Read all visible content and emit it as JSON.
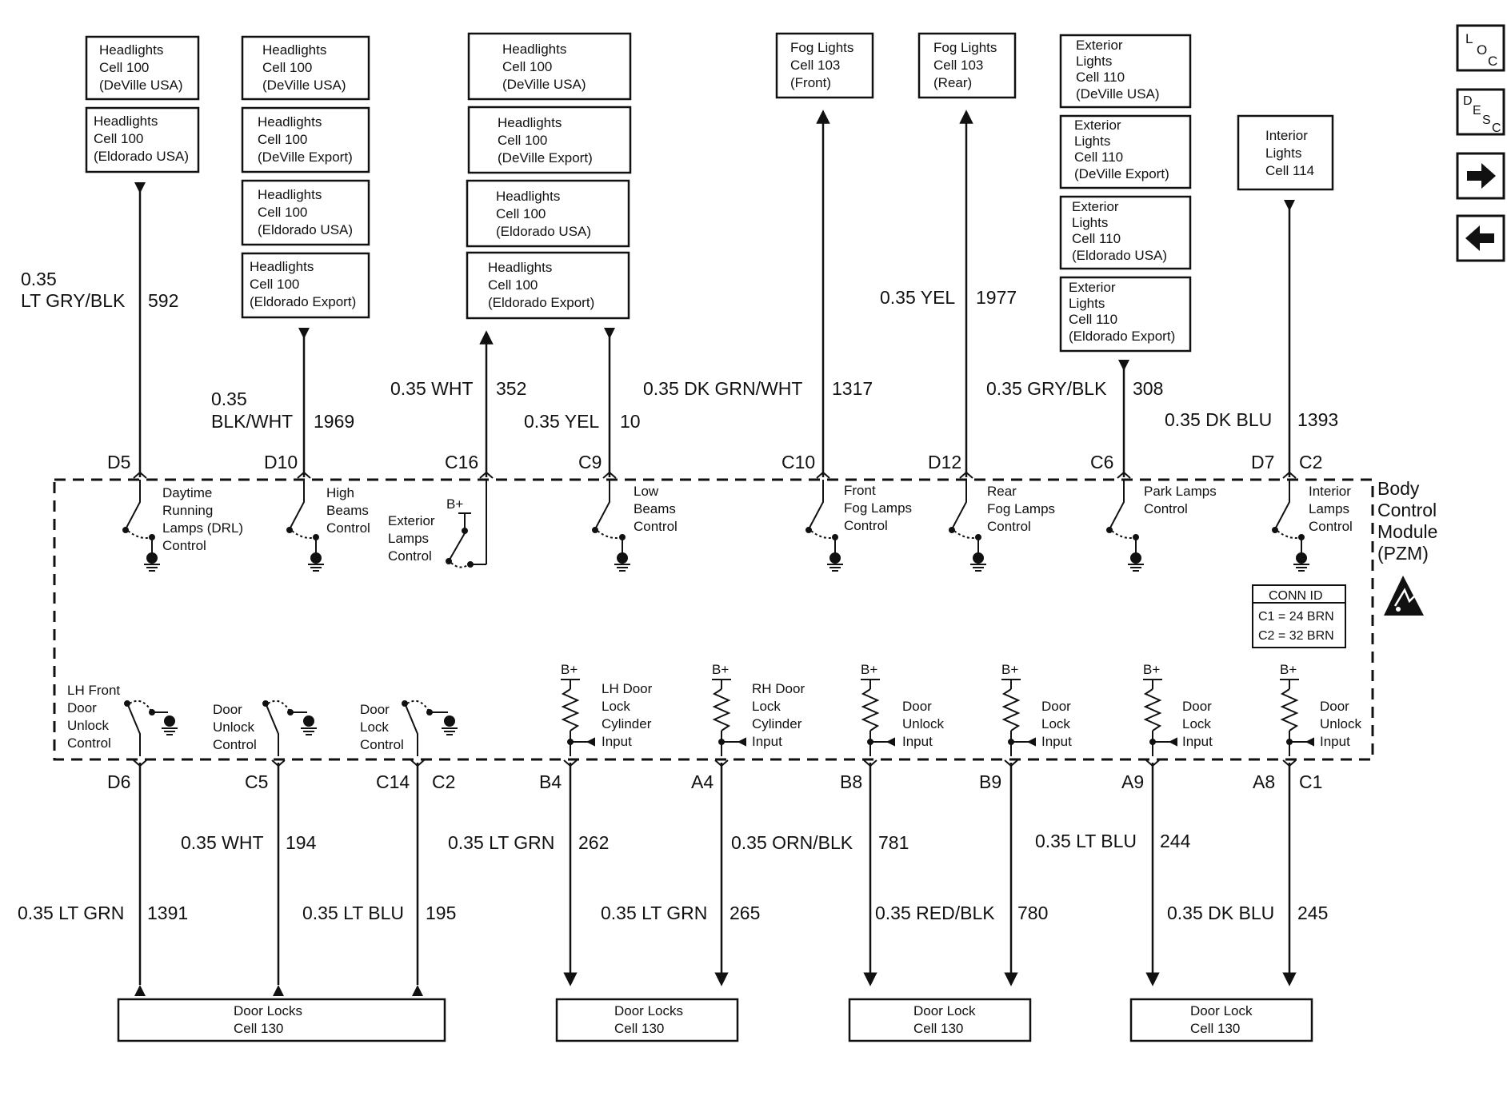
{
  "top_refs": [
    {
      "lines": [
        "Headlights",
        "Cell 100",
        "(DeVille USA)"
      ]
    },
    {
      "lines": [
        "Headlights",
        "Cell 100",
        "(Eldorado USA)"
      ]
    },
    {
      "lines": [
        "Headlights",
        "Cell 100",
        "(DeVille USA)"
      ]
    },
    {
      "lines": [
        "Headlights",
        "Cell 100",
        "(DeVille Export)"
      ]
    },
    {
      "lines": [
        "Headlights",
        "Cell 100",
        "(Eldorado USA)"
      ]
    },
    {
      "lines": [
        "Headlights",
        "Cell 100",
        "(Eldorado Export)"
      ]
    },
    {
      "lines": [
        "Headlights",
        "Cell 100",
        "(DeVille USA)"
      ]
    },
    {
      "lines": [
        "Headlights",
        "Cell 100",
        "(DeVille Export)"
      ]
    },
    {
      "lines": [
        "Headlights",
        "Cell 100",
        "(Eldorado USA)"
      ]
    },
    {
      "lines": [
        "Headlights",
        "Cell 100",
        "(Eldorado Export)"
      ]
    },
    {
      "lines": [
        "Fog Lights",
        "Cell 103",
        "(Front)"
      ]
    },
    {
      "lines": [
        "Fog Lights",
        "Cell 103",
        "(Rear)"
      ]
    },
    {
      "lines": [
        "Exterior",
        "Lights",
        "Cell 110",
        "(DeVille USA)"
      ]
    },
    {
      "lines": [
        "Exterior",
        "Lights",
        "Cell 110",
        "(DeVille Export)"
      ]
    },
    {
      "lines": [
        "Exterior",
        "Lights",
        "Cell 110",
        "(Eldorado USA)"
      ]
    },
    {
      "lines": [
        "Exterior",
        "Lights",
        "Cell 110",
        "(Eldorado Export)"
      ]
    },
    {
      "lines": [
        "Interior",
        "Lights",
        "Cell 114"
      ]
    }
  ],
  "top_wires": [
    {
      "label": [
        "0.35",
        "LT GRY/BLK"
      ],
      "circuit": "592"
    },
    {
      "label": [
        "0.35",
        "BLK/WHT"
      ],
      "circuit": "1969"
    },
    {
      "label": [
        "0.35 WHT"
      ],
      "circuit": "352"
    },
    {
      "label": [
        "0.35 YEL"
      ],
      "circuit": "10"
    },
    {
      "label": [
        "0.35 DK GRN/WHT"
      ],
      "circuit": "1317"
    },
    {
      "label": [
        "0.35 YEL"
      ],
      "circuit": "1977"
    },
    {
      "label": [
        "0.35 GRY/BLK"
      ],
      "circuit": "308"
    },
    {
      "label": [
        "0.35 DK BLU"
      ],
      "circuit": "1393"
    }
  ],
  "top_pins": [
    "D5",
    "D10",
    "C16",
    "C9",
    "C10",
    "D12",
    "C6",
    "D7",
    "C2"
  ],
  "top_functions": [
    [
      "Daytime",
      "Running",
      "Lamps (DRL)",
      "Control"
    ],
    [
      "High",
      "Beams",
      "Control"
    ],
    [
      "Exterior",
      "Lamps",
      "Control"
    ],
    [
      "Low",
      "Beams",
      "Control"
    ],
    [
      "Front",
      "Fog Lamps",
      "Control"
    ],
    [
      "Rear",
      "Fog Lamps",
      "Control"
    ],
    [
      "Park Lamps",
      "Control"
    ],
    [
      "Interior",
      "Lamps",
      "Control"
    ]
  ],
  "bplus": "B+",
  "module": {
    "lines": [
      "Body",
      "Control",
      "Module",
      "(PZM)"
    ]
  },
  "conn_id": {
    "title": "CONN ID",
    "rows": [
      "C1 = 24 BRN",
      "C2 = 32 BRN"
    ]
  },
  "bottom_functions": [
    [
      "LH Front",
      "Door",
      "Unlock",
      "Control"
    ],
    [
      "Door",
      "Unlock",
      "Control"
    ],
    [
      "Door",
      "Lock",
      "Control"
    ],
    [
      "LH Door",
      "Lock",
      "Cylinder",
      "Input"
    ],
    [
      "RH Door",
      "Lock",
      "Cylinder",
      "Input"
    ],
    [
      "Door",
      "Unlock",
      "Input"
    ],
    [
      "Door",
      "Lock",
      "Input"
    ],
    [
      "Door",
      "Lock",
      "Input"
    ],
    [
      "Door",
      "Unlock",
      "Input"
    ]
  ],
  "bottom_pins": [
    "D6",
    "C5",
    "C14",
    "C2",
    "B4",
    "A4",
    "B8",
    "B9",
    "A9",
    "A8",
    "C1"
  ],
  "bottom_wires": [
    {
      "label": "0.35 LT GRN",
      "circuit": "1391"
    },
    {
      "label": "0.35 WHT",
      "circuit": "194"
    },
    {
      "label": "0.35 LT BLU",
      "circuit": "195"
    },
    {
      "label": "0.35 LT GRN",
      "circuit": "262"
    },
    {
      "label": "0.35 LT GRN",
      "circuit": "265"
    },
    {
      "label": "0.35 ORN/BLK",
      "circuit": "781"
    },
    {
      "label": "0.35 RED/BLK",
      "circuit": "780"
    },
    {
      "label": "0.35 LT BLU",
      "circuit": "244"
    },
    {
      "label": "0.35 DK BLU",
      "circuit": "245"
    }
  ],
  "bottom_refs": [
    {
      "lines": [
        "Door Locks",
        "Cell 130"
      ]
    },
    {
      "lines": [
        "Door Locks",
        "Cell 130"
      ]
    },
    {
      "lines": [
        "Door Lock",
        "Cell 130"
      ]
    },
    {
      "lines": [
        "Door Lock",
        "Cell 130"
      ]
    }
  ],
  "nav": {
    "loc": {
      "a": "L",
      "b": "O",
      "c": "C"
    },
    "desc": {
      "a": "D",
      "b": "E",
      "c": "S",
      "d": "C"
    },
    "forward_icon": "arrow-right-icon",
    "back_icon": "arrow-left-icon"
  },
  "colors": {
    "ink": "#111111",
    "background": "#ffffff"
  }
}
